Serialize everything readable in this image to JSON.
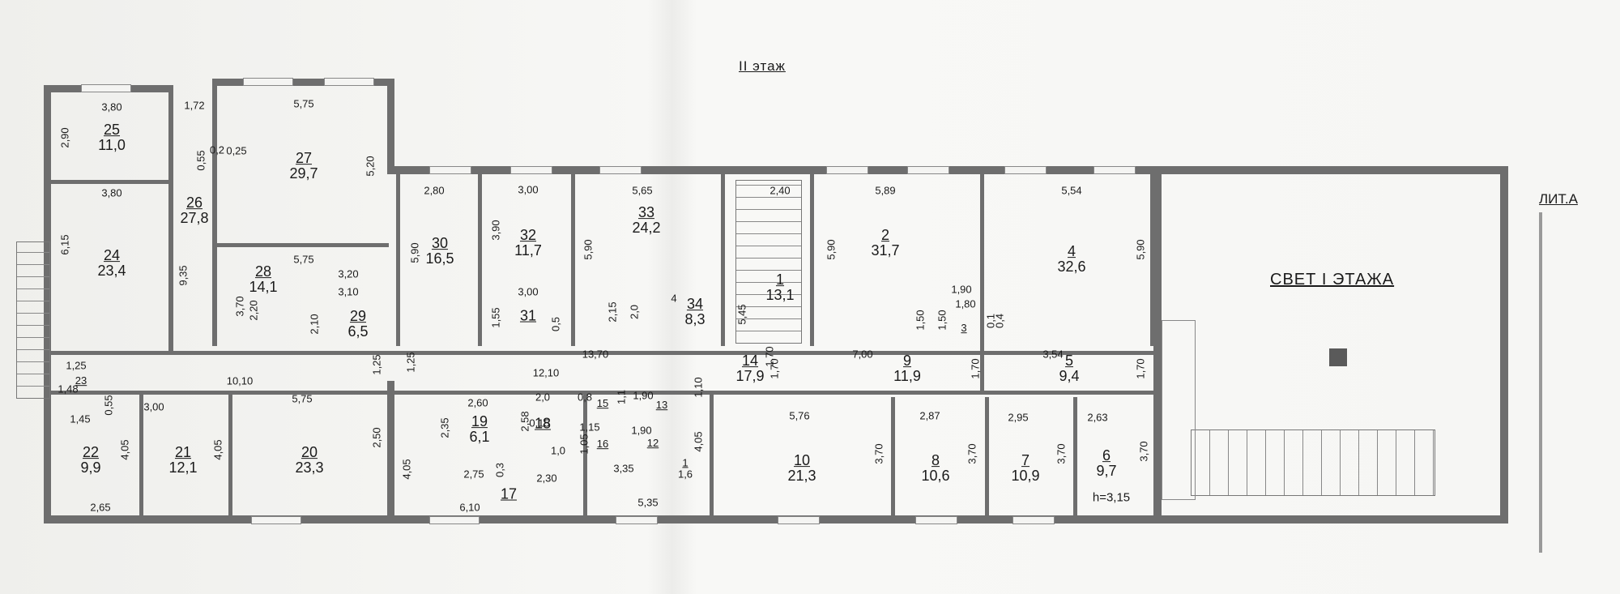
{
  "floor_title": "II этаж",
  "lit_label": "ЛИТ.А",
  "light_label": "СВЕТ I ЭТАЖА",
  "height_note": "h=3,15",
  "rooms": [
    {
      "num": "25",
      "area": "11,0"
    },
    {
      "num": "26",
      "area": "27,8"
    },
    {
      "num": "27",
      "area": "29,7"
    },
    {
      "num": "24",
      "area": "23,4"
    },
    {
      "num": "28",
      "area": "14,1"
    },
    {
      "num": "29",
      "area": "6,5"
    },
    {
      "num": "30",
      "area": "16,5"
    },
    {
      "num": "32",
      "area": "11,7"
    },
    {
      "num": "31",
      "area": ""
    },
    {
      "num": "33",
      "area": "24,2"
    },
    {
      "num": "34",
      "area": "8,3"
    },
    {
      "num": "1",
      "area": "13,1"
    },
    {
      "num": "2",
      "area": "31,7"
    },
    {
      "num": "4",
      "area": "32,6"
    },
    {
      "num": "3",
      "area": ""
    },
    {
      "num": "14",
      "area": "17,9"
    },
    {
      "num": "9",
      "area": "11,9"
    },
    {
      "num": "5",
      "area": "9,4"
    },
    {
      "num": "22",
      "area": "9,9"
    },
    {
      "num": "21",
      "area": "12,1"
    },
    {
      "num": "20",
      "area": "23,3"
    },
    {
      "num": "19",
      "area": "6,1"
    },
    {
      "num": "18",
      "area": ""
    },
    {
      "num": "17",
      "area": ""
    },
    {
      "num": "15",
      "area": ""
    },
    {
      "num": "16",
      "area": ""
    },
    {
      "num": "13",
      "area": ""
    },
    {
      "num": "12",
      "area": ""
    },
    {
      "num": "10",
      "area": "21,3"
    },
    {
      "num": "8",
      "area": "10,6"
    },
    {
      "num": "7",
      "area": "10,9"
    },
    {
      "num": "6",
      "area": "9,7"
    },
    {
      "num": "23",
      "area": ""
    },
    {
      "num": "1",
      "area": "1,6"
    }
  ],
  "dimensions": [
    "3,80",
    "2,90",
    "1,72",
    "5,75",
    "0,55",
    "0,2",
    "0,25",
    "5,20",
    "3,80",
    "6,15",
    "9,35",
    "5,75",
    "3,20",
    "3,10",
    "3,70",
    "2,20",
    "2,10",
    "2,80",
    "5,90",
    "3,00",
    "3,90",
    "3,00",
    "1,55",
    "0,5",
    "5,65",
    "5,90",
    "2,15",
    "2,0",
    "4",
    "2,40",
    "5,45",
    "5,89",
    "5,90",
    "1,90",
    "1,80",
    "1,50",
    "1,50",
    "5,54",
    "5,90",
    "0,1",
    "0,4",
    "1,25",
    "1,45",
    "10,10",
    "1,25",
    "1,25",
    "12,10",
    "13,70",
    "1,70",
    "7,00",
    "1,70",
    "3,54",
    "1,70",
    "0,55",
    "3,00",
    "5,75",
    "2,60",
    "2,0",
    "0,8",
    "1,1",
    "1,90",
    "4,05",
    "4,05",
    "2,50",
    "2,35",
    "2,58",
    "0,15",
    "1,15",
    "1,05",
    "1,90",
    "1,0",
    "2,75",
    "0,3",
    "2,30",
    "3,35",
    "4,05",
    "5,76",
    "2,87",
    "2,95",
    "2,63",
    "3,70",
    "3,70",
    "3,70",
    "3,70",
    "2,65",
    "6,10",
    "5,35",
    "4,05",
    "1,48",
    "1,70",
    "1,10"
  ]
}
